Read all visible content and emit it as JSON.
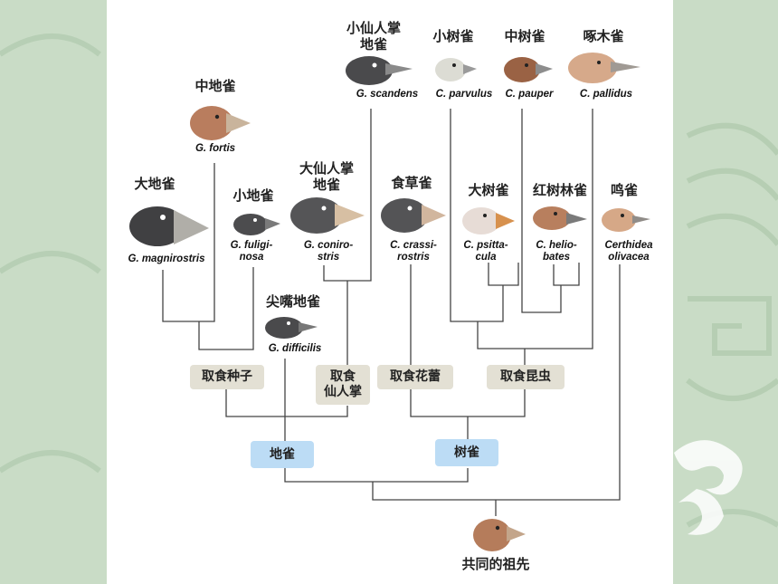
{
  "species": {
    "small_cactus": {
      "cn1": "小仙人掌",
      "cn2": "地雀",
      "sci": "G. scandens"
    },
    "small_tree": {
      "cn": "小树雀",
      "sci": "C. parvulus"
    },
    "medium_tree": {
      "cn": "中树雀",
      "sci": "C. pauper"
    },
    "woodpecker": {
      "cn": "啄木雀",
      "sci": "C. pallidus"
    },
    "medium_ground": {
      "cn": "中地雀",
      "sci": "G. fortis"
    },
    "large_ground": {
      "cn": "大地雀",
      "sci": "G. magnirostris"
    },
    "small_ground": {
      "cn": "小地雀",
      "sci1": "G. fuligi-",
      "sci2": "nosa"
    },
    "large_cactus": {
      "cn1": "大仙人掌",
      "cn2": "地雀",
      "sci1": "G. coniro-",
      "sci2": "stris"
    },
    "vegetarian": {
      "cn": "食草雀",
      "sci1": "C. crassi-",
      "sci2": "rostris"
    },
    "large_tree": {
      "cn": "大树雀",
      "sci1": "C. psitta-",
      "sci2": "cula"
    },
    "mangrove": {
      "cn": "红树林雀",
      "sci1": "C. helio-",
      "sci2": "bates"
    },
    "warbler": {
      "cn": "鸣雀",
      "sci1": "Certhidea",
      "sci2": "olivacea"
    },
    "sharp_beaked": {
      "cn": "尖嘴地雀",
      "sci": "G. difficilis"
    }
  },
  "groups": {
    "seeds": "取食种子",
    "cactus1": "取食",
    "cactus2": "仙人掌",
    "buds": "取食花蕾",
    "insects": "取食昆虫",
    "ground": "地雀",
    "tree": "树雀"
  },
  "ancestor": "共同的祖先",
  "colors": {
    "background": "#c9dcc6",
    "panel": "#ffffff",
    "diet_box": "#e3e0d4",
    "clade_box": "#bcdcf5",
    "line": "#444444"
  }
}
